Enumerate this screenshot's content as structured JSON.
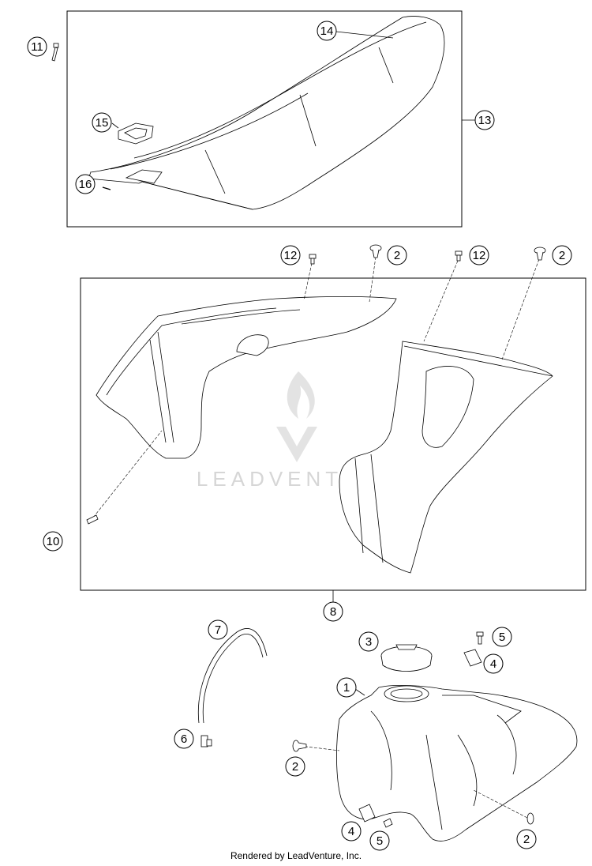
{
  "diagram": {
    "callouts": {
      "c1": "1",
      "c2a": "2",
      "c2b": "2",
      "c2c": "2",
      "c2d": "2",
      "c3": "3",
      "c4a": "4",
      "c4b": "4",
      "c5a": "5",
      "c5b": "5",
      "c6": "6",
      "c7": "7",
      "c8": "8",
      "c10": "10",
      "c11": "11",
      "c12a": "12",
      "c12b": "12",
      "c13": "13",
      "c14": "14",
      "c15": "15",
      "c16": "16"
    },
    "watermark": "LEADVENTURE"
  },
  "footer": {
    "credit": "Rendered by LeadVenture, Inc."
  },
  "colors": {
    "line": "#000000",
    "part_fill": "#ffffff",
    "watermark": "#d6d6d6"
  }
}
